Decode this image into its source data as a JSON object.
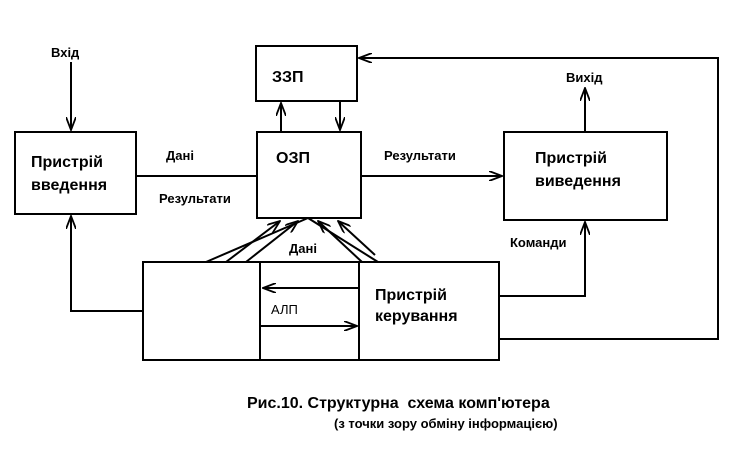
{
  "diagram": {
    "nodes": {
      "zzp": "ЗЗП",
      "ozp": "ОЗП",
      "input_device": [
        "Пристрій",
        "введення"
      ],
      "output_device": [
        "Пристрій",
        "виведення"
      ],
      "control_unit": [
        "Пристрій",
        "керування"
      ],
      "alu": "АЛП"
    },
    "edge_labels": {
      "input": "Вхід",
      "output": "Вихід",
      "data_in": "Дані",
      "results_back": "Результати",
      "results_out": "Результати",
      "data_cpu": "Дані",
      "commands": "Команди"
    },
    "caption": {
      "title": "Рис.10. Структурна  схема комп'ютера",
      "subtitle": "(з точки зору обміну інформацією)"
    }
  }
}
